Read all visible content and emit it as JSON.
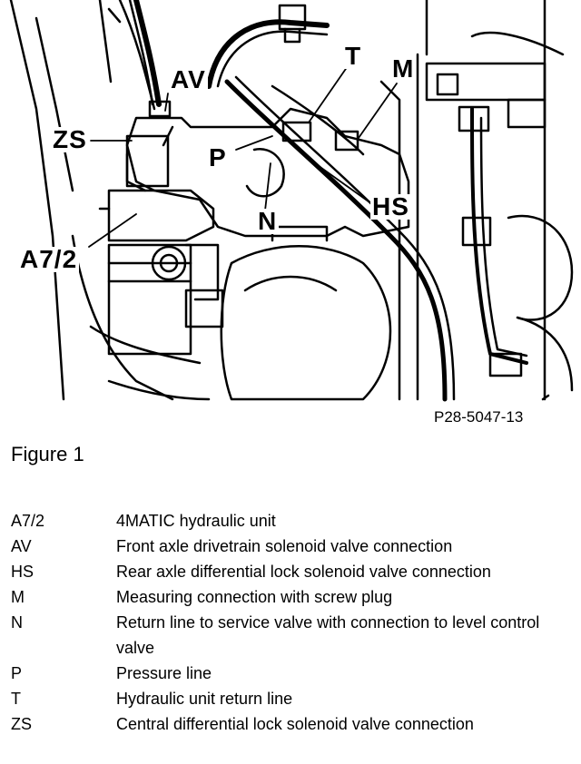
{
  "figure": {
    "code": "P28-5047-13",
    "callouts": {
      "av": "AV",
      "t": "T",
      "m": "M",
      "zs": "ZS",
      "p": "P",
      "hs": "HS",
      "n": "N",
      "a72": "A7/2"
    }
  },
  "caption": "Figure 1",
  "legend": [
    {
      "code": "A7/2",
      "desc": "4MATIC hydraulic unit"
    },
    {
      "code": "AV",
      "desc": "Front axle drivetrain solenoid valve connection"
    },
    {
      "code": "HS",
      "desc": "Rear axle differential lock solenoid valve connection"
    },
    {
      "code": "M",
      "desc": "Measuring connection with screw plug"
    },
    {
      "code": "N",
      "desc": "Return line to service valve with connection to level control valve"
    },
    {
      "code": "P",
      "desc": "Pressure line"
    },
    {
      "code": "T",
      "desc": "Hydraulic unit return line"
    },
    {
      "code": "ZS",
      "desc": "Central differential lock solenoid valve connection"
    }
  ]
}
